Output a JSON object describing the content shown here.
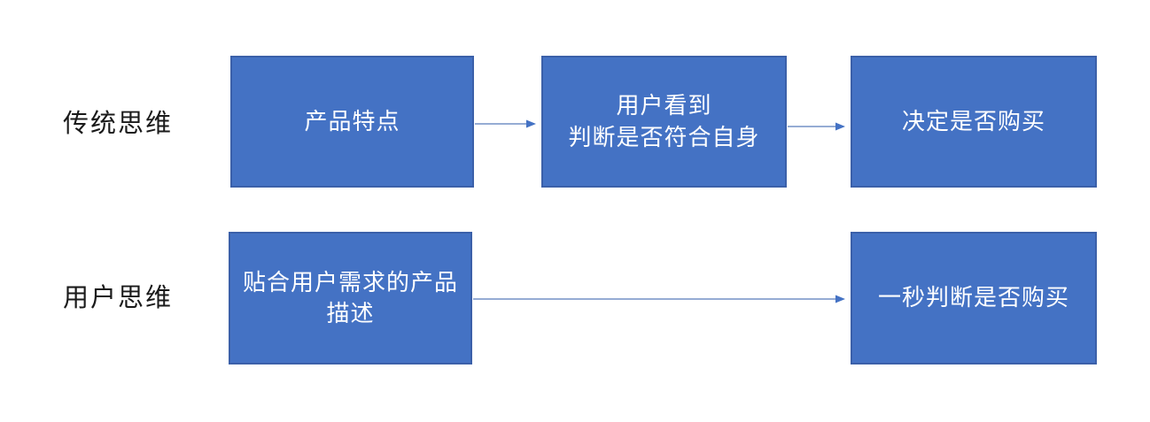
{
  "diagram": {
    "rows": [
      {
        "label": "传统思维",
        "boxes": [
          "产品特点",
          "用户看到\n判断是否符合自身",
          "决定是否购买"
        ]
      },
      {
        "label": "用户思维",
        "boxes": [
          "贴合用户需求的产品\n描述",
          "一秒判断是否购买"
        ]
      }
    ],
    "arrows": [
      {
        "from": "产品特点",
        "to": "用户看到 判断是否符合自身"
      },
      {
        "from": "用户看到 判断是否符合自身",
        "to": "决定是否购买"
      },
      {
        "from": "贴合用户需求的产品描述",
        "to": "一秒判断是否购买"
      }
    ]
  },
  "colors": {
    "background": "#FFFFFF",
    "box_fill": "#4472C4",
    "box_border": "#3B60A9",
    "box_text": "#FFFFFF",
    "label_text": "#1A1A1A",
    "arrow_line": "#7490C6",
    "arrow_head": "#4472C4"
  }
}
